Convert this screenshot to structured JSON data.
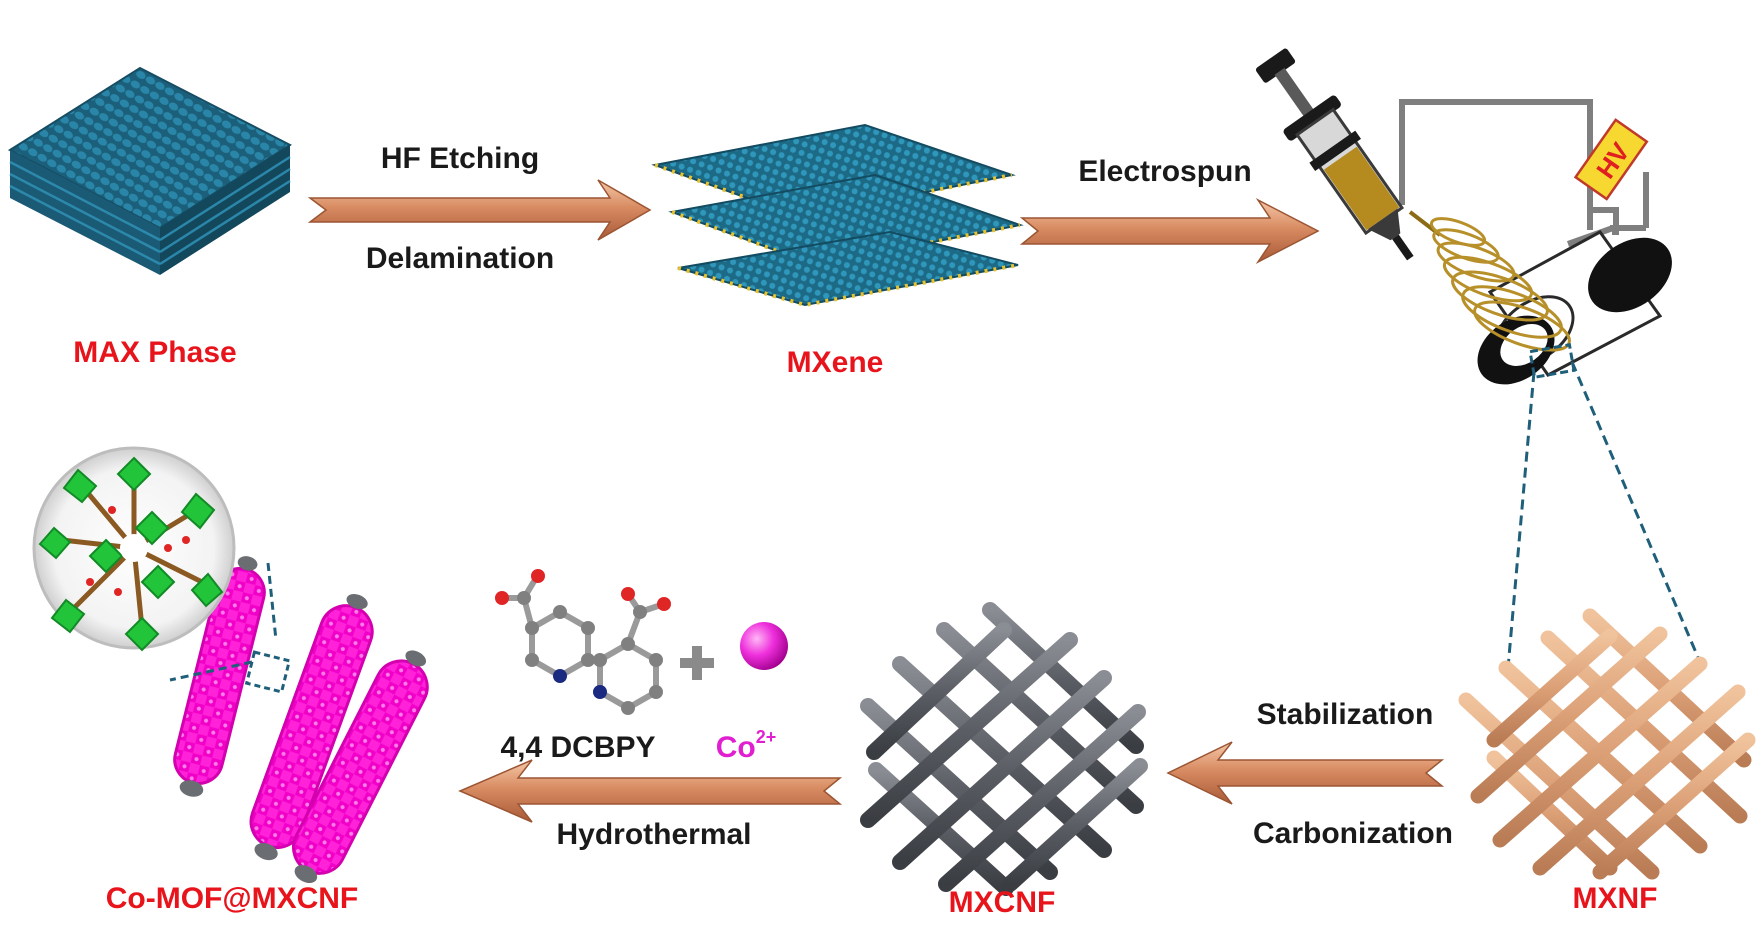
{
  "steps": {
    "max_phase": "MAX Phase",
    "mxene": "MXene",
    "mxnf": "MXNF",
    "mxcnf": "MXCNF",
    "co_mof": "Co-MOF@MXCNF"
  },
  "arrows": {
    "arrow1_top": "HF Etching",
    "arrow1_bottom": "Delamination",
    "arrow2_top": "Electrospun",
    "arrow3_top": "Stabilization",
    "arrow3_bottom": "Carbonization",
    "arrow4_bottom": "Hydrothermal"
  },
  "apparatus": {
    "hv_label": "HV"
  },
  "reagents": {
    "ligand": "4,4 DCBPY",
    "ion_base": "Co",
    "ion_charge": "2+"
  },
  "colors": {
    "label_red": "#e8141c",
    "arrow_copper": "#d9906a",
    "max_blue": "#1f6e8c",
    "fiber_tan": "#e0a77c",
    "fiber_gray": "#5c6066",
    "mof_magenta": "#ff1fd8",
    "cobalt_magenta": "#e020d0",
    "mof_green": "#22c43a"
  },
  "icons": [
    "right-arrow-icon",
    "left-arrow-icon",
    "plus-icon",
    "syringe-icon",
    "hv-supply-icon",
    "collector-drum-icon"
  ]
}
